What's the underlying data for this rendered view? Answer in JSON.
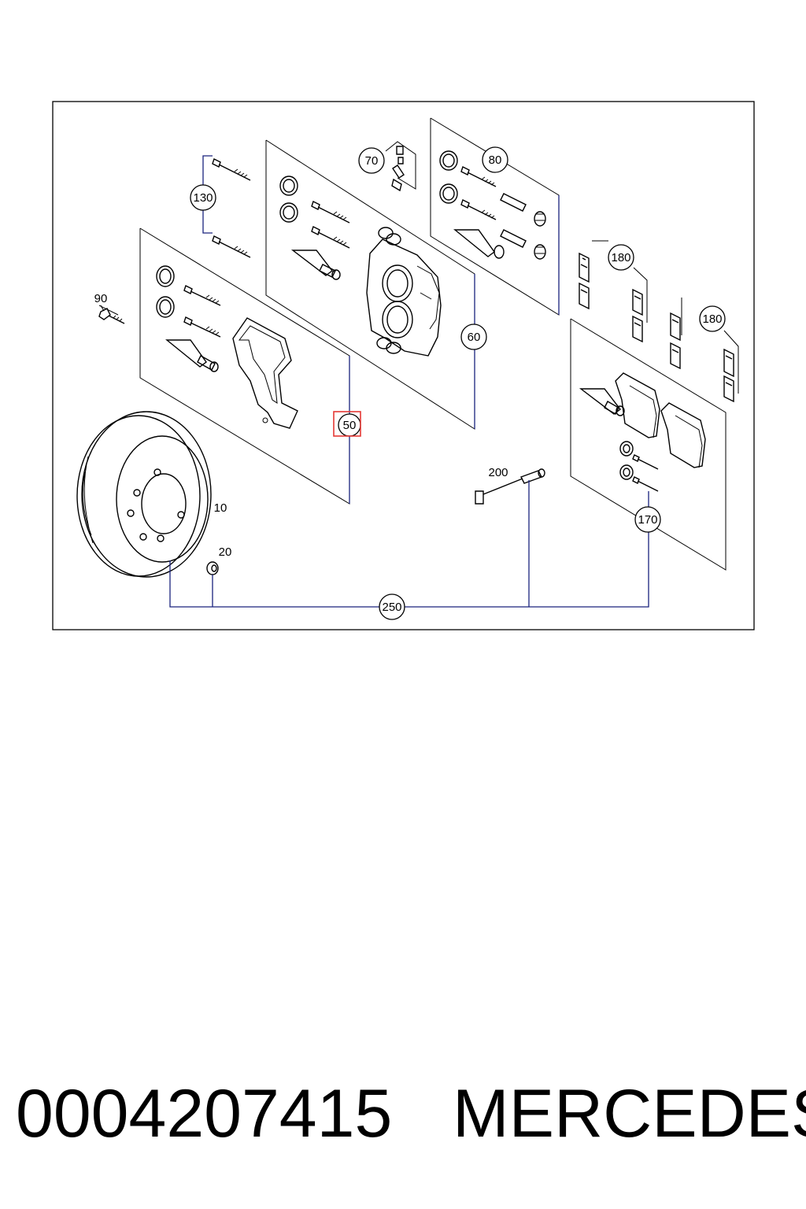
{
  "diagram": {
    "callouts": {
      "c10": "10",
      "c20": "20",
      "c50": "50",
      "c60": "60",
      "c70": "70",
      "c80": "80",
      "c90": "90",
      "c130": "130",
      "c170": "170",
      "c180a": "180",
      "c180b": "180",
      "c200": "200",
      "c250": "250"
    },
    "highlighted_callout": "50",
    "highlight_color": "#e53935",
    "leader_color": "#1a237e"
  },
  "footer": {
    "part_number": "0004207415",
    "brand": "MERCEDES"
  }
}
